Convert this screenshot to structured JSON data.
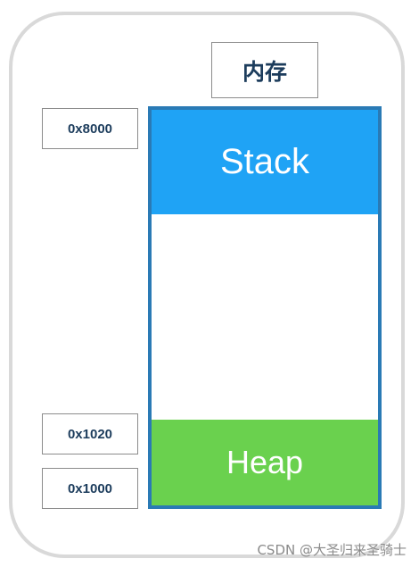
{
  "title": "内存",
  "memory": {
    "stack_label": "Stack",
    "heap_label": "Heap"
  },
  "addresses": {
    "top": "0x8000",
    "heap_top": "0x1020",
    "bottom": "0x1000"
  },
  "watermark": "CSDN @大圣归来圣骑士",
  "colors": {
    "stack": "#1fa3f5",
    "heap": "#6ad14e",
    "memory_border": "#2a7ab5",
    "frame_border": "#d9d9d9",
    "label_text": "#1c3c5c"
  }
}
